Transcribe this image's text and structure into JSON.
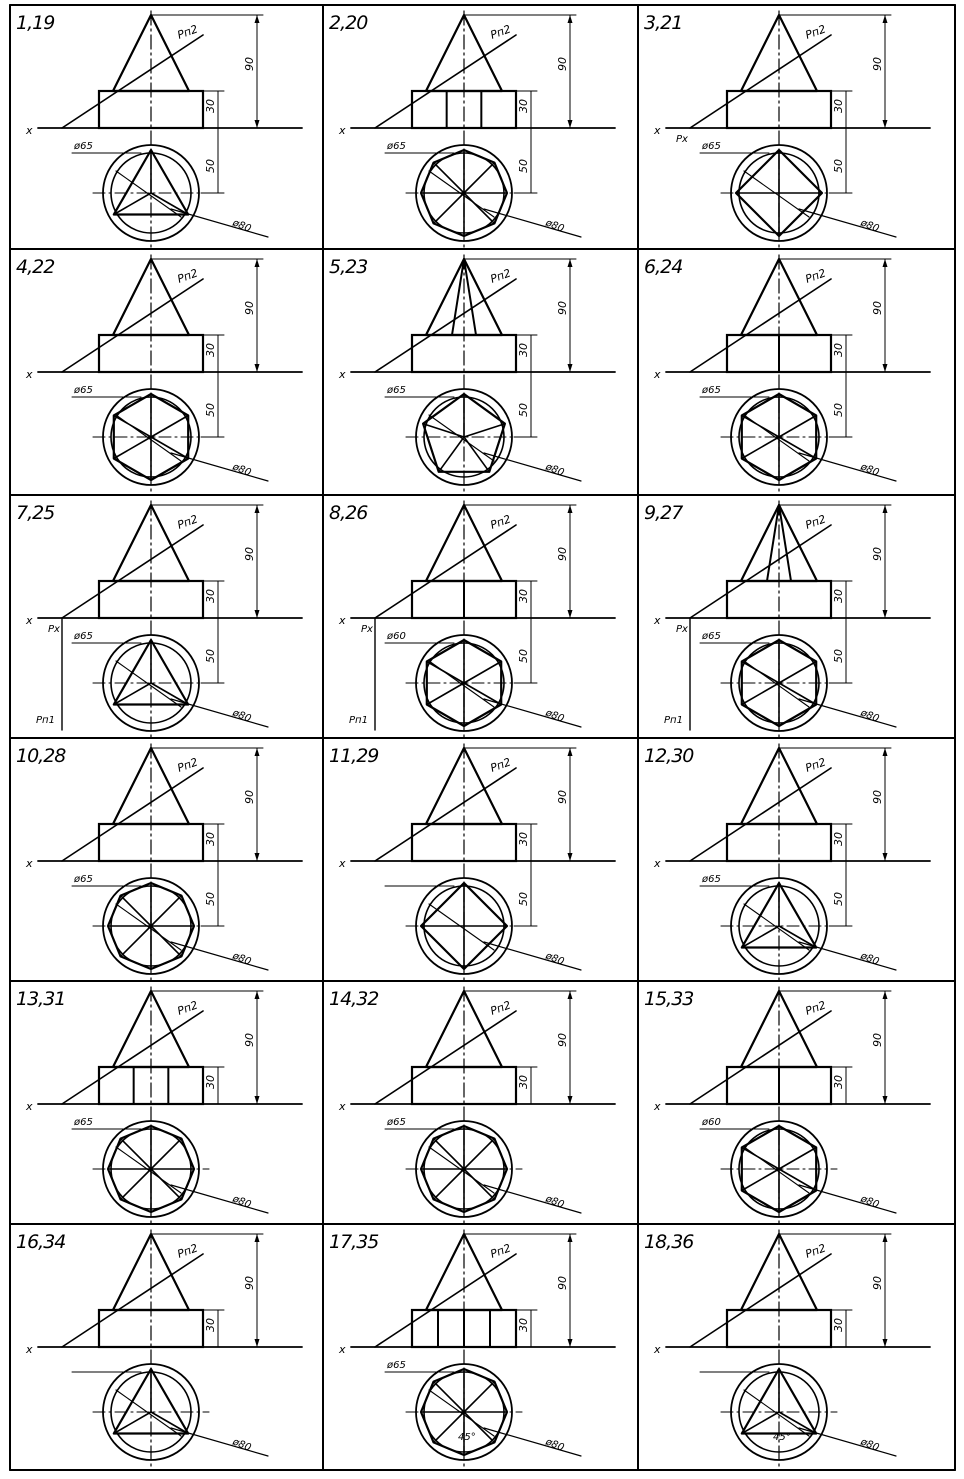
{
  "variants": [
    {
      "title": "1,19",
      "dia_small": "ø65",
      "dia_big": "ø80",
      "pyr": "P",
      "plane": "Pп2",
      "h_total": "90",
      "h_cyl": "30",
      "offset": "50",
      "px": "",
      "pv": "",
      "angle": ""
    },
    {
      "title": "2,20",
      "dia_small": "ø65",
      "dia_big": "ø80",
      "pyr": "P",
      "plane": "Pп2",
      "h_total": "90",
      "h_cyl": "30",
      "offset": "50",
      "px": "",
      "pv": "",
      "angle": ""
    },
    {
      "title": "3,21",
      "dia_small": "ø65",
      "dia_big": "ø80",
      "pyr": "P",
      "plane": "Pп2",
      "h_total": "90",
      "h_cyl": "30",
      "offset": "50",
      "px": "Px",
      "pv": "",
      "angle": ""
    },
    {
      "title": "4,22",
      "dia_small": "ø65",
      "dia_big": "ø80",
      "pyr": "P",
      "plane": "Pп2",
      "h_total": "90",
      "h_cyl": "30",
      "offset": "50",
      "px": "",
      "pv": "",
      "angle": ""
    },
    {
      "title": "5,23",
      "dia_small": "ø65",
      "dia_big": "ø80",
      "pyr": "P",
      "plane": "Pп2",
      "h_total": "90",
      "h_cyl": "30",
      "offset": "50",
      "px": "",
      "pv": "",
      "angle": ""
    },
    {
      "title": "6,24",
      "dia_small": "ø65",
      "dia_big": "ø80",
      "pyr": "P",
      "plane": "Pп2",
      "h_total": "90",
      "h_cyl": "30",
      "offset": "50",
      "px": "",
      "pv": "",
      "angle": ""
    },
    {
      "title": "7,25",
      "dia_small": "ø65",
      "dia_big": "ø80",
      "pyr": "P",
      "plane": "Pп2",
      "h_total": "90",
      "h_cyl": "30",
      "offset": "50",
      "px": "Px",
      "pv": "Pп1",
      "angle": ""
    },
    {
      "title": "8,26",
      "dia_small": "ø60",
      "dia_big": "ø80",
      "pyr": "P",
      "plane": "Pп2",
      "h_total": "90",
      "h_cyl": "30",
      "offset": "50",
      "px": "Px",
      "pv": "Pп1",
      "angle": ""
    },
    {
      "title": "9,27",
      "dia_small": "ø65",
      "dia_big": "ø80",
      "pyr": "P",
      "plane": "Pп2",
      "h_total": "90",
      "h_cyl": "30",
      "offset": "50",
      "px": "Px",
      "pv": "Pп1",
      "angle": ""
    },
    {
      "title": "10,28",
      "dia_small": "ø65",
      "dia_big": "ø80",
      "pyr": "P",
      "plane": "Pп2",
      "h_total": "90",
      "h_cyl": "30",
      "offset": "50",
      "px": "",
      "pv": "",
      "angle": ""
    },
    {
      "title": "11,29",
      "dia_small": "",
      "dia_big": "ø80",
      "pyr": "P",
      "plane": "Pп2",
      "h_total": "90",
      "h_cyl": "30",
      "offset": "50",
      "px": "",
      "pv": "",
      "angle": ""
    },
    {
      "title": "12,30",
      "dia_small": "ø65",
      "dia_big": "ø80",
      "pyr": "P",
      "plane": "Pп2",
      "h_total": "90",
      "h_cyl": "30",
      "offset": "50",
      "px": "",
      "pv": "",
      "angle": ""
    },
    {
      "title": "13,31",
      "dia_small": "ø65",
      "dia_big": "ø80",
      "pyr": "P",
      "plane": "Pп2",
      "h_total": "90",
      "h_cyl": "30",
      "offset": "",
      "px": "",
      "pv": "",
      "angle": ""
    },
    {
      "title": "14,32",
      "dia_small": "ø65",
      "dia_big": "ø80",
      "pyr": "P",
      "plane": "Pп2",
      "h_total": "90",
      "h_cyl": "30",
      "offset": "",
      "px": "",
      "pv": "",
      "angle": ""
    },
    {
      "title": "15,33",
      "dia_small": "ø60",
      "dia_big": "ø80",
      "pyr": "P",
      "plane": "Pп2",
      "h_total": "90",
      "h_cyl": "30",
      "offset": "",
      "px": "",
      "pv": "",
      "angle": ""
    },
    {
      "title": "16,34",
      "dia_small": "",
      "dia_big": "ø80",
      "pyr": "P",
      "plane": "Pп2",
      "h_total": "90",
      "h_cyl": "30",
      "offset": "",
      "px": "",
      "pv": "",
      "angle": ""
    },
    {
      "title": "17,35",
      "dia_small": "ø65",
      "dia_big": "ø80",
      "pyr": "P",
      "plane": "Pп2",
      "h_total": "90",
      "h_cyl": "30",
      "offset": "",
      "px": "",
      "pv": "",
      "angle": "45°"
    },
    {
      "title": "18,36",
      "dia_small": "",
      "dia_big": "ø80",
      "pyr": "P",
      "plane": "Pп2",
      "h_total": "90",
      "h_cyl": "30",
      "offset": "",
      "px": "",
      "pv": "",
      "angle": "45°"
    }
  ],
  "axis_label": "x"
}
